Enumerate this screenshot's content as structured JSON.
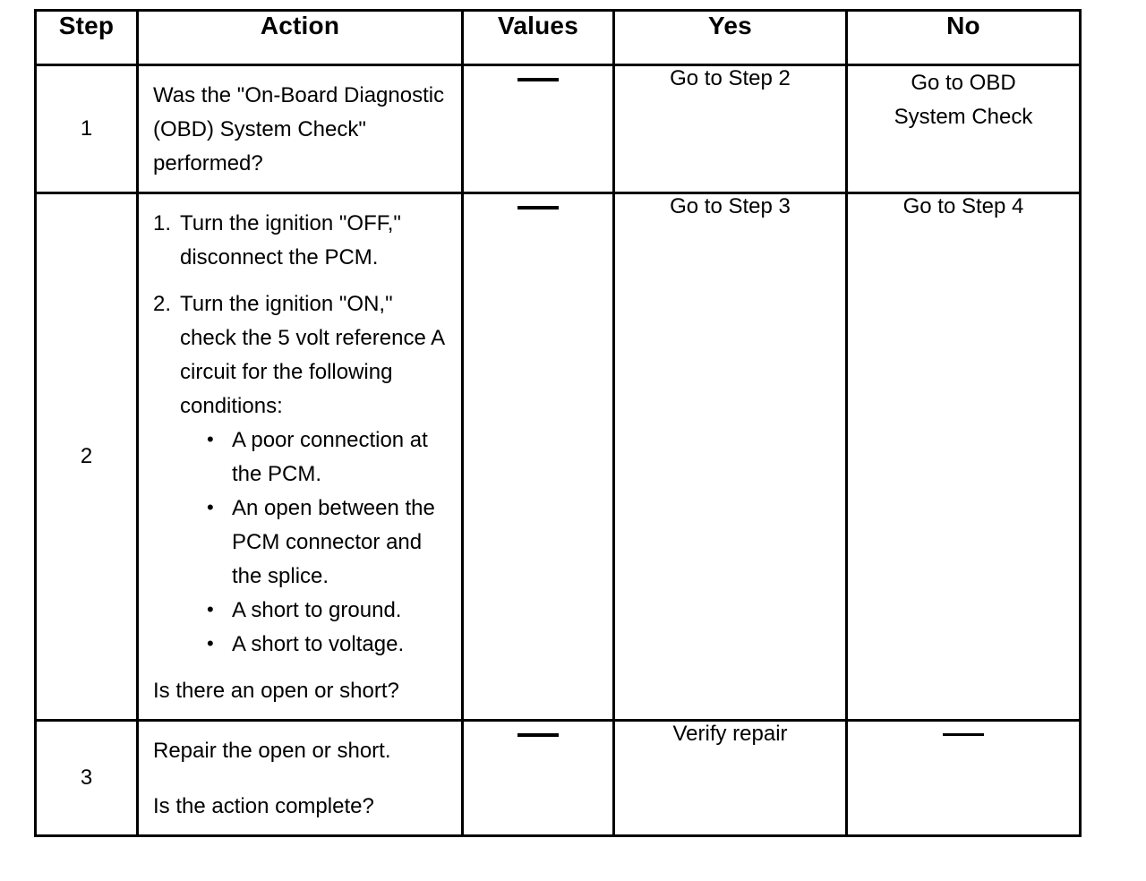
{
  "table": {
    "headers": [
      "Step",
      "Action",
      "Values",
      "Yes",
      "No"
    ],
    "rows": [
      {
        "step": "1",
        "action": {
          "type": "plain",
          "lines": [
            "Was the \"On-Board Diagnostic (OBD) System Check\" performed?"
          ]
        },
        "values": "—",
        "yes": "Go to Step 2",
        "no_line1": "Go to OBD",
        "no_line2": "System Check"
      },
      {
        "step": "2",
        "action": {
          "type": "numbered",
          "items": [
            {
              "num": "1.",
              "text": "Turn the ignition \"OFF,\" disconnect the PCM."
            },
            {
              "num": "2.",
              "text": "Turn the ignition \"ON,\" check the 5 volt reference A circuit for the following conditions:",
              "bullets": [
                "A poor connection at the PCM.",
                "An open between the PCM connector and the splice.",
                "A short to ground.",
                "A short to voltage."
              ]
            }
          ],
          "closing": "Is there an open or short?"
        },
        "values": "—",
        "yes": "Go to Step 3",
        "no": "Go to Step 4"
      },
      {
        "step": "3",
        "action": {
          "type": "plain",
          "lines": [
            "Repair the open or short.",
            "Is the action complete?"
          ]
        },
        "values": "—",
        "yes": "Verify repair",
        "no": "—"
      }
    ]
  },
  "glyphs": {
    "bullet": "•"
  },
  "colors": {
    "rule": "#000000",
    "text": "#000000",
    "background": "#ffffff"
  }
}
